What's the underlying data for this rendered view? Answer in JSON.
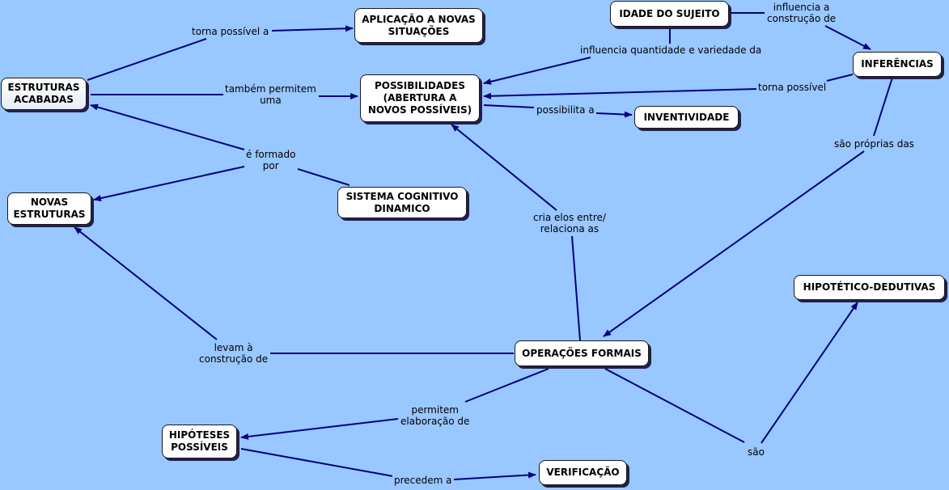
{
  "colors": {
    "background": "#99c7ff",
    "link": "#000080",
    "node_fill": "#ffffff"
  },
  "nodes": {
    "estruturas_acabadas": "ESTRUTURAS\nACABADAS",
    "aplicacao": "APLICAÇÃO A NOVAS\nSITUAÇÕES",
    "possibilidades": "POSSIBILIDADES\n(ABERTURA A\nNOVOS POSSÍVEIS)",
    "idade": "IDADE DO SUJEITO",
    "inferencias": "INFERÊNCIAS",
    "inventividade": "INVENTIVIDADE",
    "novas_estruturas": "NOVAS\nESTRUTURAS",
    "sistema": "SISTEMA COGNITIVO\nDINAMICO",
    "hipotetico": "HIPOTÉTICO-DEDUTIVAS",
    "operacoes": "OPERAÇÕES FORMAIS",
    "hipoteses": "HIPÓTESES\nPOSSÍVEIS",
    "verificacao": "VERIFICAÇÃO"
  },
  "links": {
    "torna_possivel_a": "torna possível a",
    "tambem_permitem": "também permitem\numa",
    "e_formado_por": "é formado\npor",
    "influencia_construcao": "influencia a\nconstrução de",
    "influencia_quantidade": "influencia quantidade e variedade da",
    "torna_possivel": "torna possível",
    "possibilita_a": "possibilita a",
    "sao_proprias": "são próprias das",
    "cria_elos": "cria elos entre/\nrelaciona as",
    "levam_construcao": "levam à\nconstrução de",
    "permitem_elaboracao": "permitem\nelaboração de",
    "sao": "são",
    "precedem_a": "precedem a"
  }
}
